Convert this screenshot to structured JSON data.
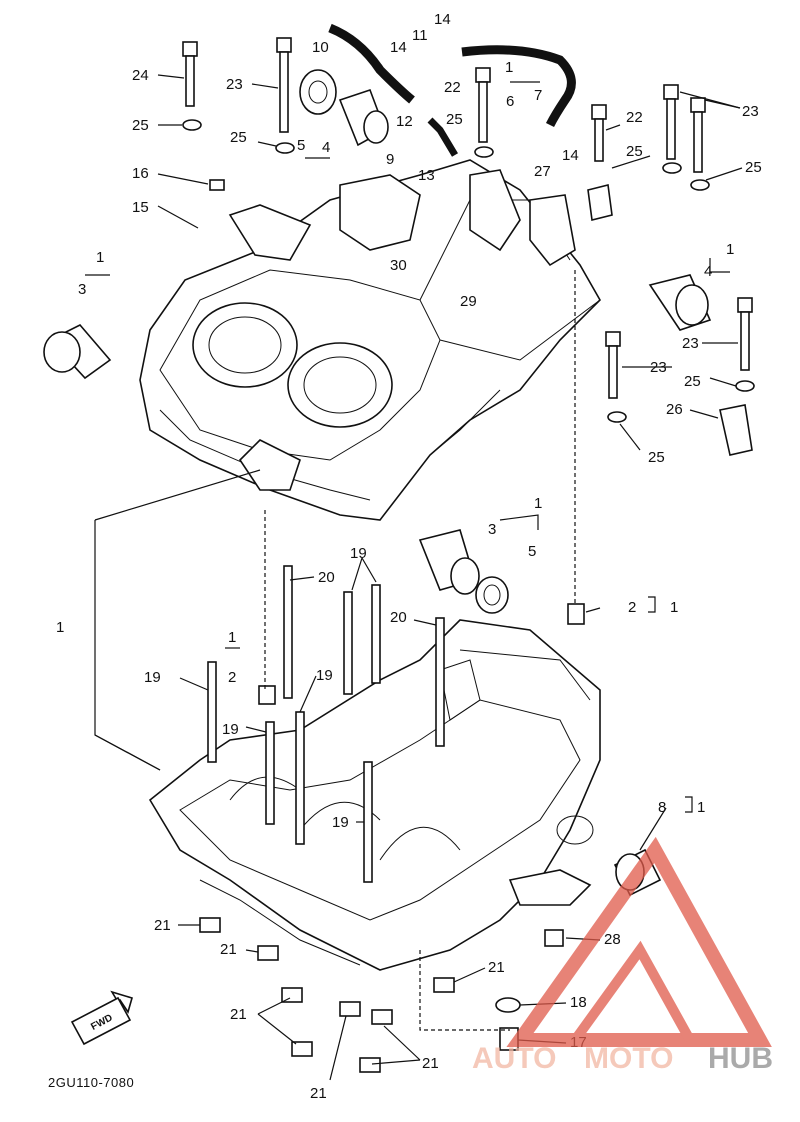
{
  "diagram": {
    "drawing_code": "2GU110-7080",
    "fwd_label": "FWD",
    "watermark": {
      "part1": "AUTO",
      "part2": "MOTO",
      "part3": "HUB",
      "colors": {
        "logo_red": "#e05a4a",
        "text_light": "#f4b39f",
        "text_gray": "#8e8e8e"
      }
    },
    "callouts": [
      {
        "id": "c24",
        "text": "24"
      },
      {
        "id": "c23a",
        "text": "23"
      },
      {
        "id": "c10",
        "text": "10"
      },
      {
        "id": "c14a",
        "text": "14"
      },
      {
        "id": "c11",
        "text": "11"
      },
      {
        "id": "c14b",
        "text": "14"
      },
      {
        "id": "c1a",
        "text": "1"
      },
      {
        "id": "c22a",
        "text": "22"
      },
      {
        "id": "c6",
        "text": "6"
      },
      {
        "id": "c7",
        "text": "7"
      },
      {
        "id": "c22b",
        "text": "22"
      },
      {
        "id": "c23b",
        "text": "23"
      },
      {
        "id": "c25a",
        "text": "25"
      },
      {
        "id": "c25b",
        "text": "25"
      },
      {
        "id": "c5a",
        "text": "5"
      },
      {
        "id": "c4a",
        "text": "4"
      },
      {
        "id": "c12",
        "text": "12"
      },
      {
        "id": "c9",
        "text": "9"
      },
      {
        "id": "c25c",
        "text": "25"
      },
      {
        "id": "c13",
        "text": "13"
      },
      {
        "id": "c14c",
        "text": "14"
      },
      {
        "id": "c25d",
        "text": "25"
      },
      {
        "id": "c25e",
        "text": "25"
      },
      {
        "id": "c16",
        "text": "16"
      },
      {
        "id": "c27",
        "text": "27"
      },
      {
        "id": "c15",
        "text": "15"
      },
      {
        "id": "c1b",
        "text": "1"
      },
      {
        "id": "c3a",
        "text": "3"
      },
      {
        "id": "c30",
        "text": "30"
      },
      {
        "id": "c29",
        "text": "29"
      },
      {
        "id": "c1c",
        "text": "1"
      },
      {
        "id": "c4b",
        "text": "4"
      },
      {
        "id": "c23c",
        "text": "23"
      },
      {
        "id": "c23d",
        "text": "23"
      },
      {
        "id": "c25f",
        "text": "25"
      },
      {
        "id": "c26",
        "text": "26"
      },
      {
        "id": "c25g",
        "text": "25"
      },
      {
        "id": "c1d",
        "text": "1"
      },
      {
        "id": "c3b",
        "text": "3"
      },
      {
        "id": "c5b",
        "text": "5"
      },
      {
        "id": "c19a",
        "text": "19"
      },
      {
        "id": "c20a",
        "text": "20"
      },
      {
        "id": "c2a",
        "text": "2"
      },
      {
        "id": "c1e",
        "text": "1"
      },
      {
        "id": "c20b",
        "text": "20"
      },
      {
        "id": "c1f",
        "text": "1"
      },
      {
        "id": "c1g",
        "text": "1"
      },
      {
        "id": "c2b",
        "text": "2"
      },
      {
        "id": "c19b",
        "text": "19"
      },
      {
        "id": "c19c",
        "text": "19"
      },
      {
        "id": "c19d",
        "text": "19"
      },
      {
        "id": "c19e",
        "text": "19"
      },
      {
        "id": "c8",
        "text": "8"
      },
      {
        "id": "c1h",
        "text": "1"
      },
      {
        "id": "c21a",
        "text": "21"
      },
      {
        "id": "c21b",
        "text": "21"
      },
      {
        "id": "c28",
        "text": "28"
      },
      {
        "id": "c21c",
        "text": "21"
      },
      {
        "id": "c18",
        "text": "18"
      },
      {
        "id": "c21d",
        "text": "21"
      },
      {
        "id": "c17",
        "text": "17"
      },
      {
        "id": "c21e",
        "text": "21"
      },
      {
        "id": "c21f",
        "text": "21"
      }
    ]
  }
}
